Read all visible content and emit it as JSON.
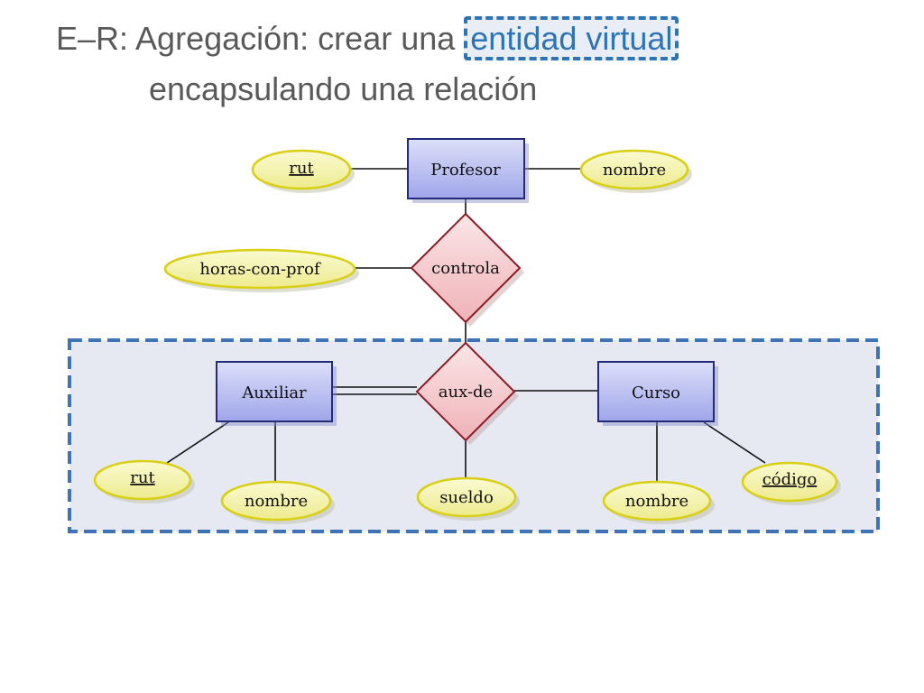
{
  "title": {
    "prefix": "E–R: Agregación: crear una ",
    "highlight": "entidad virtual",
    "line2": "encapsulando una relación"
  },
  "diagram": {
    "entities": {
      "profesor": "Profesor",
      "auxiliar": "Auxiliar",
      "curso": "Curso"
    },
    "relationships": {
      "controla": "controla",
      "aux_de": "aux-de"
    },
    "attributes": {
      "profesor_rut": "rut",
      "profesor_nombre": "nombre",
      "horas_con_prof": "horas-con-prof",
      "auxiliar_rut": "rut",
      "auxiliar_nombre": "nombre",
      "sueldo": "sueldo",
      "curso_nombre": "nombre",
      "codigo": "código"
    }
  },
  "colors": {
    "title_text": "#595959",
    "highlight": "#2e74b5",
    "entity_fill": "#c4c8f2",
    "entity_border": "#232a7a",
    "relation_fill": "#f4cdd0",
    "relation_border": "#8e1a24",
    "attribute_fill": "#f5f3a6",
    "attribute_border": "#d9cf16",
    "aggregation_fill": "#e6e9f2",
    "aggregation_border": "#3e73b5"
  }
}
